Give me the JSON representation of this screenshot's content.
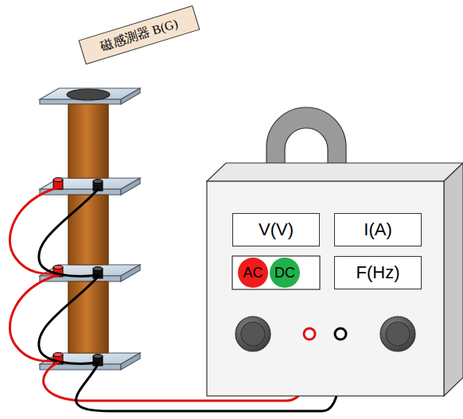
{
  "diagram": {
    "nodes": [
      {
        "text": [
          "磁感測器 B(G)"
        ]
      },
      {
        "text": [
          "V(V)"
        ]
      },
      {
        "text": [
          "I(A)"
        ]
      },
      {
        "text": [
          "AC"
        ]
      },
      {
        "text": [
          "DC"
        ]
      },
      {
        "text": [
          "F(Hz)"
        ]
      }
    ]
  }
}
